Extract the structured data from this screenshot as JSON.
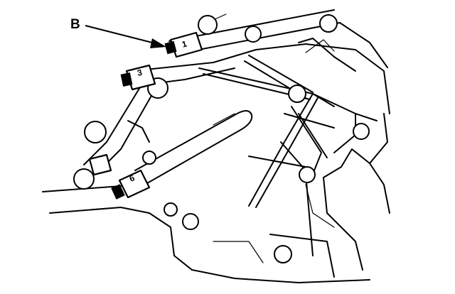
{
  "callout": {
    "label": "B"
  },
  "injector_labels": [
    "1",
    "3",
    "6"
  ],
  "colors": {
    "ink": "#000000",
    "paper": "#ffffff"
  }
}
